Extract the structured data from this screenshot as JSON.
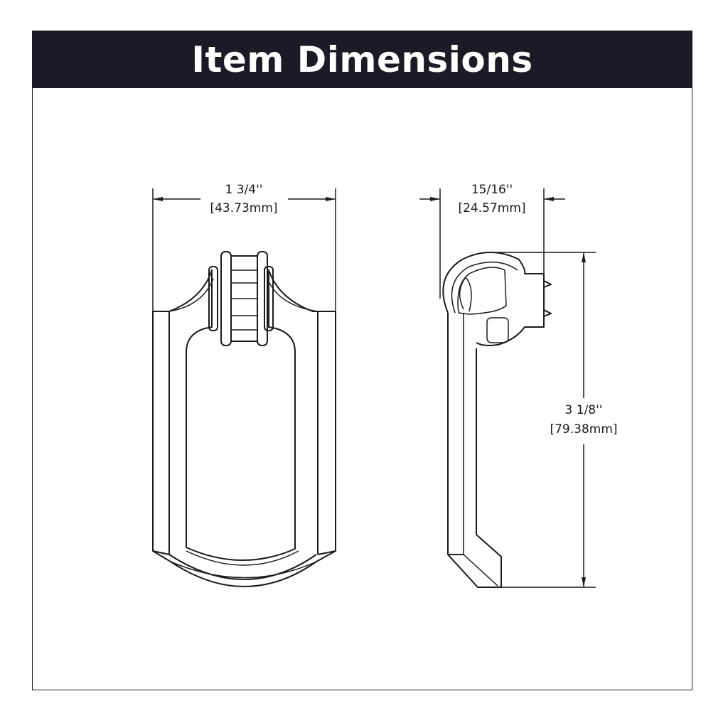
{
  "header": {
    "title": "Item Dimensions",
    "background_color": "#1b1a26",
    "text_color": "#ffffff"
  },
  "front_view": {
    "width_dimension": {
      "imperial": "1 3/4''",
      "metric": "[43.73mm]"
    }
  },
  "side_view": {
    "depth_dimension": {
      "imperial": "15/16''",
      "metric": "[24.57mm]"
    },
    "height_dimension": {
      "imperial": "3 1/8''",
      "metric": "[79.38mm]"
    }
  },
  "colors": {
    "line": "#1a1a1a",
    "frame_border": "#1a1a24"
  }
}
